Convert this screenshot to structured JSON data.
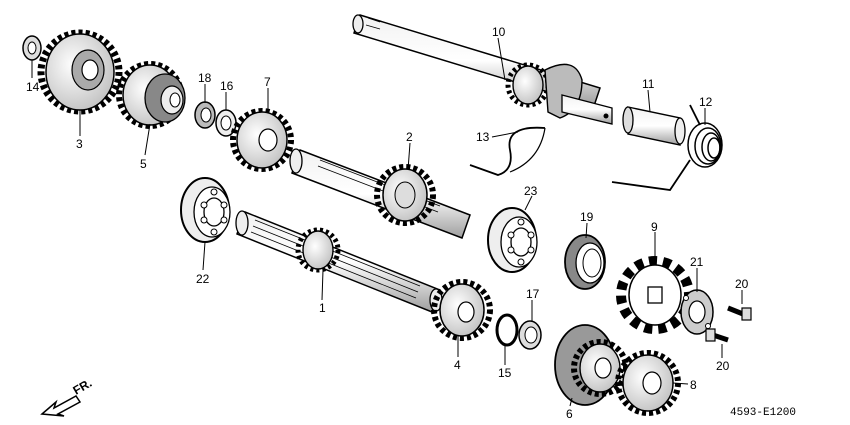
{
  "diagram": {
    "code": "4593-E1200",
    "direction_label": "FR.",
    "callouts": {
      "c1": "1",
      "c2": "2",
      "c3": "3",
      "c4": "4",
      "c5": "5",
      "c6": "6",
      "c7": "7",
      "c8": "8",
      "c9": "9",
      "c10": "10",
      "c11": "11",
      "c12": "12",
      "c13": "13",
      "c14": "14",
      "c15": "15",
      "c16": "16",
      "c17": "17",
      "c18": "18",
      "c19": "19",
      "c20a": "20",
      "c20b": "20",
      "c21": "21",
      "c22": "22",
      "c23": "23"
    }
  }
}
